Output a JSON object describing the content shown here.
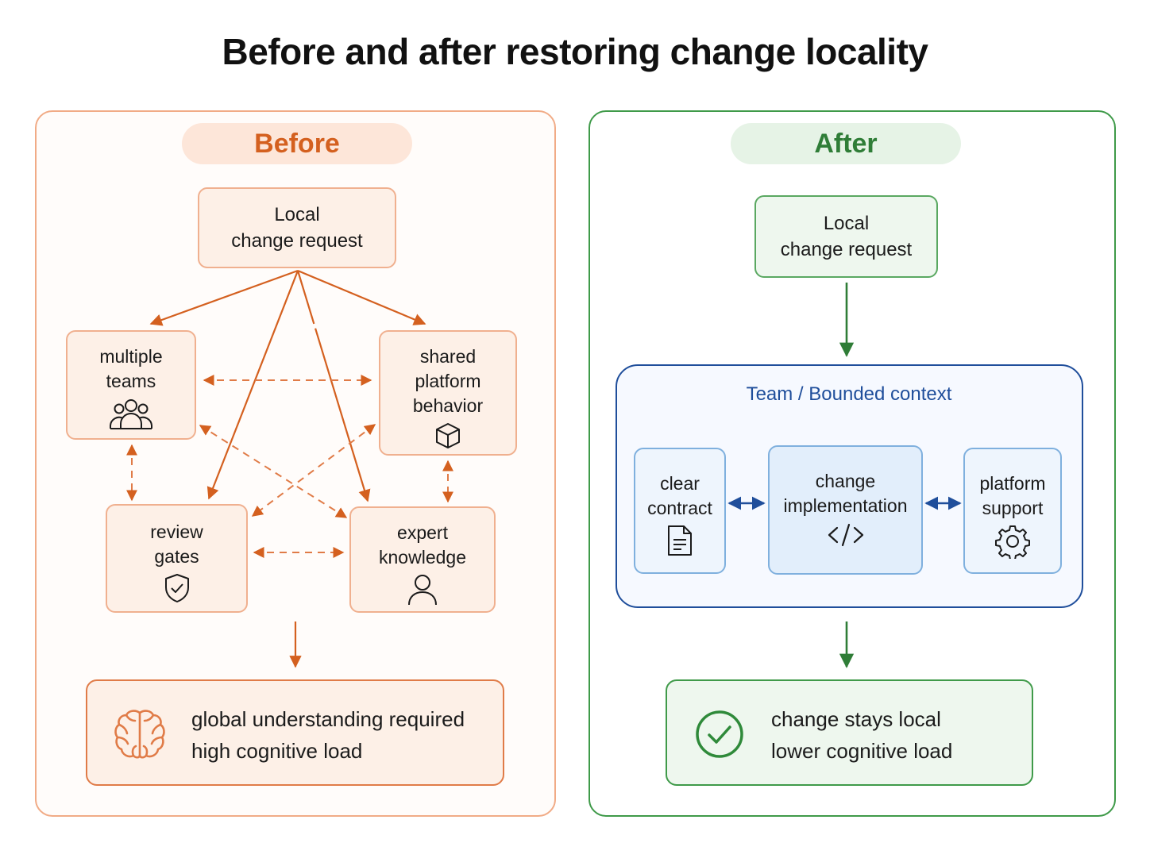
{
  "title": "Before and after restoring change locality",
  "before": {
    "label": "Before",
    "request": {
      "line1": "Local",
      "line2": "change request"
    },
    "teams": {
      "line1": "multiple",
      "line2": "teams",
      "icon": "people-icon"
    },
    "platform": {
      "line1": "shared",
      "line2": "platform",
      "line3": "behavior",
      "icon": "cube-icon"
    },
    "review": {
      "line1": "review",
      "line2": "gates",
      "icon": "shield-check-icon"
    },
    "expert": {
      "line1": "expert",
      "line2": "knowledge",
      "icon": "person-icon"
    },
    "result": {
      "line1": "global understanding required",
      "line2": "high cognitive load",
      "icon": "brain-icon"
    }
  },
  "after": {
    "label": "After",
    "request": {
      "line1": "Local",
      "line2": "change request"
    },
    "context": {
      "title": "Team / Bounded context",
      "contract": {
        "line1": "clear",
        "line2": "contract",
        "icon": "document-icon"
      },
      "implementation": {
        "line1": "change",
        "line2": "implementation",
        "icon": "code-icon"
      },
      "support": {
        "line1": "platform",
        "line2": "support",
        "icon": "gear-icon"
      }
    },
    "result": {
      "line1": "change stays local",
      "line2": "lower cognitive load",
      "icon": "check-circle-icon"
    }
  },
  "colors": {
    "before_accent": "#d4601f",
    "before_border": "#f0b08f",
    "after_accent": "#2f7d37",
    "context_blue": "#1f4e9b"
  }
}
